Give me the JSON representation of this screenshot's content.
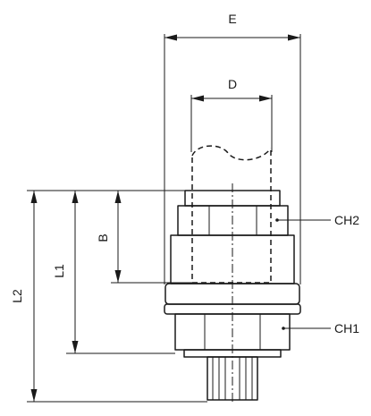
{
  "dimensions": {
    "E": "E",
    "D": "D",
    "B": "B",
    "L1": "L1",
    "L2": "L2",
    "CH1": "CH1",
    "CH2": "CH2"
  }
}
